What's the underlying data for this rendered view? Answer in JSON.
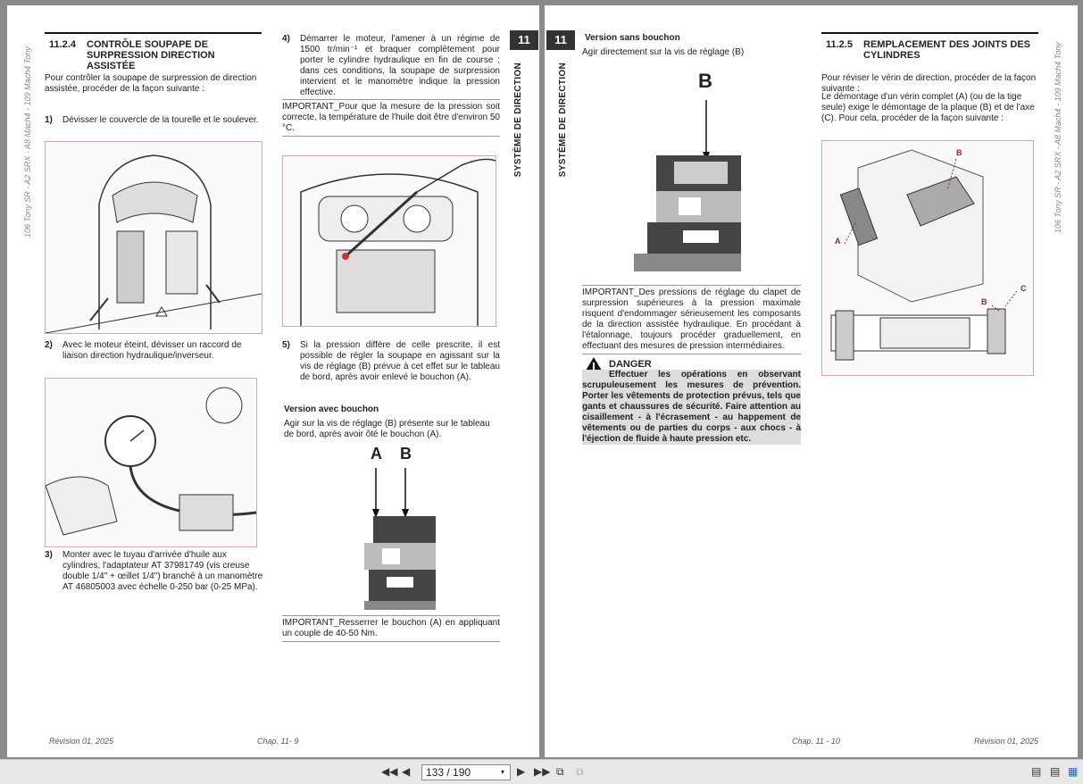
{
  "left_page": {
    "sidebar": "106 Tony SR - A2 SRX - A8 Mach4 - 109 Mach4 Tony",
    "section_num": "11.2.4",
    "section_title": "CONTRÔLE SOUPAPE DE SURPRESSION DIRECTION ASSISTÉE",
    "intro": "Pour contrôler la soupape de surpression de direction assistée, procéder de la façon suivante :",
    "steps": [
      {
        "n": "1)",
        "text": "Dévisser le couvercle de la tourelle et le soulever."
      },
      {
        "n": "2)",
        "text": "Avec le moteur éteint, dévisser un raccord de liaison direction hydraulique/inverseur."
      },
      {
        "n": "3)",
        "text": "Monter avec le tuyau d'arrivée d'huile aux cylindres, l'adaptateur AT 37981749 (vis creuse double 1/4\" + œillet 1/4\") branché à un manomètre AT 46805003 avec échelle 0-250 bar (0-25 MPa)."
      },
      {
        "n": "4)",
        "text": "Démarrer le moteur, l'amener à un régime de 1500 tr/min⁻¹ et braquer complètement pour porter le cylindre hydraulique en fin de course ; dans ces conditions, la soupape de surpression intervient et le manomètre indique la pression effective."
      },
      {
        "n": "5)",
        "text": "Si la pression diffère de celle prescrite, il est possible de régler la soupape en agissant sur la vis de réglage (B) prévue à cet effet sur le tableau de bord, après avoir enlevé le bouchon (A)."
      }
    ],
    "important1": "IMPORTANT_Pour que la mesure de la pression soit correcte, la température de l'huile doit être d'environ 50 °C.",
    "version_avec_title": "Version avec bouchon",
    "version_avec_text": "Agir sur la vis de réglage (B) présente sur le tableau de bord, après avoir ôté le bouchon (A).",
    "fig_label_a": "A",
    "fig_label_b": "B",
    "important2": "IMPORTANT_Resserrer le bouchon (A) en appliquant un couple de 40-50 Nm.",
    "chapter_tab": "11",
    "vertical_label": "SYSTÈME DE DIRECTION",
    "footer_left": "Révision 01, 2025",
    "footer_center": "Chap. 11- 9"
  },
  "right_page": {
    "chapter_tab": "11",
    "vertical_label": "SYSTÈME DE DIRECTION",
    "version_sans_title": "Version sans bouchon",
    "version_sans_text": "Agir directement sur la vis de réglage (B)",
    "fig_label_b": "B",
    "important": "IMPORTANT_Des pressions de réglage du clapet de surpression supérieures à la pression maximale risquent d'endommager sérieusement les composants de la direction assistée hydraulique. En procédant à l'étalonnage, toujours procéder graduellement, en effectuant des mesures de pression intermédiaires.",
    "danger_title": "DANGER",
    "danger_text": "Effectuer les opérations en observant scrupuleusement les mesures de prévention. Porter les vêtements de protection prévus, tels que gants et chaussures de sécurité. Faire attention au cisaillement - à l'écrasement - au happement de vêtements ou de parties du corps - aux chocs - à l'éjection de fluide à haute pression etc.",
    "section_num": "11.2.5",
    "section_title": "REMPLACEMENT DES JOINTS DES CYLINDRES",
    "intro1": "Pour réviser le vérin de direction, procéder de la façon suivante :",
    "intro2": "Le démontage d'un vérin complet (A) (ou de la tige seule) exige le démontage de la plaque (B) et de l'axe (C). Pour cela, procéder de la façon suivante :",
    "fig_a": "A",
    "fig_b": "B",
    "fig_c": "C",
    "fig_b2": "B",
    "sidebar": "106 Tony SR - A2 SRX - A8 Mach4 - 109 Mach4 Tony",
    "footer_center": "Chap. 11 - 10",
    "footer_right": "Révision 01, 2025"
  },
  "toolbar": {
    "page_value": "133 / 190",
    "first_icon": "first-page-icon",
    "prev_icon": "prev-page-icon",
    "next_icon": "next-page-icon",
    "last_icon": "last-page-icon"
  }
}
